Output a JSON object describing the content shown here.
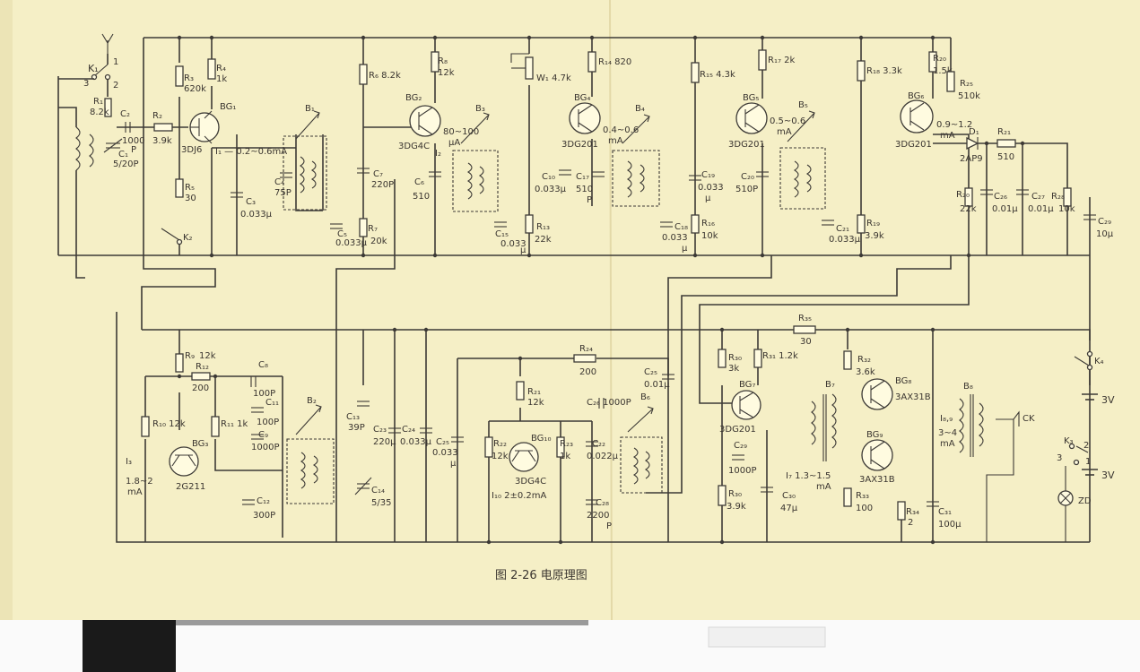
{
  "colors": {
    "paper": "#f5efc6",
    "ink": "#3d3a36",
    "scanner_black": "#1a1a1a",
    "scanner_white": "#fafafa"
  },
  "caption": "图 2-26 电原理图",
  "labels": {
    "K1": "K₁",
    "K2": "K₂",
    "K3": "K₃",
    "K4": "K₄",
    "R1": "R₁",
    "R1v": "8.2k",
    "R2": "R₂",
    "R2v": "3.9k",
    "R3": "R₃",
    "R3v": "620k",
    "R4": "R₄",
    "R4v": "1k",
    "R5": "R₅",
    "R5v": "30",
    "R6": "R₆ 8.2k",
    "R7": "R₇",
    "R7v": "20k",
    "R8": "R₈",
    "R8v": "12k",
    "W1": "W₁ 4.7k",
    "R14": "R₁₄ 820",
    "R13": "R₁₃",
    "R13v": "22k",
    "R15": "R₁₅ 4.3k",
    "R16": "R₁₆",
    "R16v": "10k",
    "R17": "R₁₇ 2k",
    "R18": "R₁₈ 3.3k",
    "R19": "R₁₉",
    "R19v": "3.9k",
    "R20": "R₂₀",
    "R20v": "1.5k",
    "R20b": "R₂₀",
    "R20bv": "22k",
    "R21": "R₂₁",
    "R21v": "510",
    "R25": "R₂₅",
    "R25v": "510k",
    "R28": "R₂₈",
    "R28v": "10k",
    "C1": "C₁",
    "C1v": "5/20P",
    "C2": "C₂",
    "C2v": "1000",
    "C2u": "P",
    "C3": "C₃",
    "C3v": "0.033μ",
    "C4": "C₄",
    "C4v": "75P",
    "C5": "C₅",
    "C5v": "0.033μ",
    "C7": "C₇",
    "C7v": "220P",
    "C6": "C₆",
    "C6v": "510",
    "C10": "C₁₀",
    "C10v": "0.033μ",
    "C15": "C₁₅",
    "C15v": "0.033",
    "C15u": "μ",
    "C17": "C₁₇",
    "C17v": "510",
    "C17u": "P",
    "C18": "C₁₈",
    "C18v": "0.033",
    "C18u": "μ",
    "C19": "C₁₉",
    "C19v": "0.033",
    "C19u": "μ",
    "C20": "C₂₀",
    "C20v": "510P",
    "C21": "C₂₁",
    "C21v": "0.033μ",
    "C26": "C₂₆",
    "C26v": "0.01μ",
    "C27": "C₂₇",
    "C27v": "0.01μ",
    "C29": "C₂₉",
    "C29v": "10μ",
    "BG1": "BG₁",
    "BG1t": "3DJ6",
    "BG2": "BG₂",
    "BG2t": "3DG4C",
    "BG4": "BG₄",
    "BG4t": "3DG201",
    "BG5": "BG₅",
    "BG5t": "3DG201",
    "BG6": "BG₆",
    "BG6t": "3DG201",
    "B1": "B₁",
    "B3": "B₃",
    "B4": "B₄",
    "B5": "B₅",
    "I1": "I₁ — 0.2~0.6mA",
    "I2": "I₂",
    "I2v": "80~100",
    "I2u": "μA",
    "I4v": "0.4~0.6",
    "I4u": "mA",
    "I5v": "0.5~0.6",
    "I5u": "mA",
    "I6v": "0.9~1.2",
    "I6u": "mA",
    "D1": "D₁",
    "D1t": "2AP9",
    "R9": "R₉",
    "R9v": "12k",
    "R12": "R₁₂",
    "R12v": "200",
    "R10": "R₁₀ 12k",
    "R11": "R₁₁ 1k",
    "C8": "C₈",
    "C8v": "100P",
    "C9": "C₉",
    "C9v": "1000P",
    "C11": "C₁₁",
    "C11v": "100P",
    "C12": "C₁₂",
    "C12v": "300P",
    "C13": "C₁₃",
    "C13v": "39P",
    "C14": "C₁₄",
    "C14v": "5/35",
    "BG3": "BG₃",
    "BG3t": "2G211",
    "I3": "I₃",
    "I3v": "1.8~2",
    "I3u": "mA",
    "B2": "B₂",
    "C23": "C₂₃",
    "C23v": "220μ",
    "C24": "C₂₄",
    "C24v": "0.033μ",
    "C25": "C₂₅",
    "C25v": "0.033",
    "C25u": "μ",
    "R24": "R₂₄",
    "R24v": "200",
    "R21b": "R₂₁",
    "R21bv": "12k",
    "R22": "R₂₂",
    "R22v": "12k",
    "R23": "R₂₃",
    "R23v": "1k",
    "BG10": "BG₁₀",
    "BG10t": "3DG4C",
    "I10": "I₁₀ 2±0.2mA",
    "C26b": "C₂₆ 1000P",
    "C22": "C₂₂",
    "C22v": "0.022μ",
    "C28": "C₂₈",
    "C28v": "2200",
    "C28u": "P",
    "C25b": "C₂₅",
    "C25bv": "0.01μ",
    "B6": "B₆",
    "R35": "R₃₅",
    "R35v": "30",
    "R30": "R₃₀",
    "R30v": "3k",
    "R31": "R₃₁ 1.2k",
    "BG7": "BG₇",
    "BG7t": "3DG201",
    "C29b": "C₂₉",
    "C29bv": "1000P",
    "R30b": "R₃₀",
    "R30bv": "3.9k",
    "C30": "C₃₀",
    "C30v": "47μ",
    "B7": "B₇",
    "I7": "I₇ 1.3~1.5",
    "I7u": "mA",
    "R32": "R₃₂",
    "R32v": "3.6k",
    "R33": "R₃₃",
    "R33v": "100",
    "R34": "R₃₄",
    "R34v": "2",
    "BG8": "BG₈",
    "BG8t": "3AX31B",
    "BG9": "BG₉",
    "BG9t": "3AX31B",
    "I89": "I₈,₉",
    "I89v": "3~4",
    "I89u": "mA",
    "B8": "B₈",
    "C31": "C₃₁",
    "C31v": "100μ",
    "CK": "CK",
    "V1": "3V",
    "V2": "3V",
    "ZD": "ZD",
    "k1": "1",
    "k2": "2",
    "k3": "3",
    "k3b": "3",
    "k3c": "2",
    "k3d": "1"
  }
}
